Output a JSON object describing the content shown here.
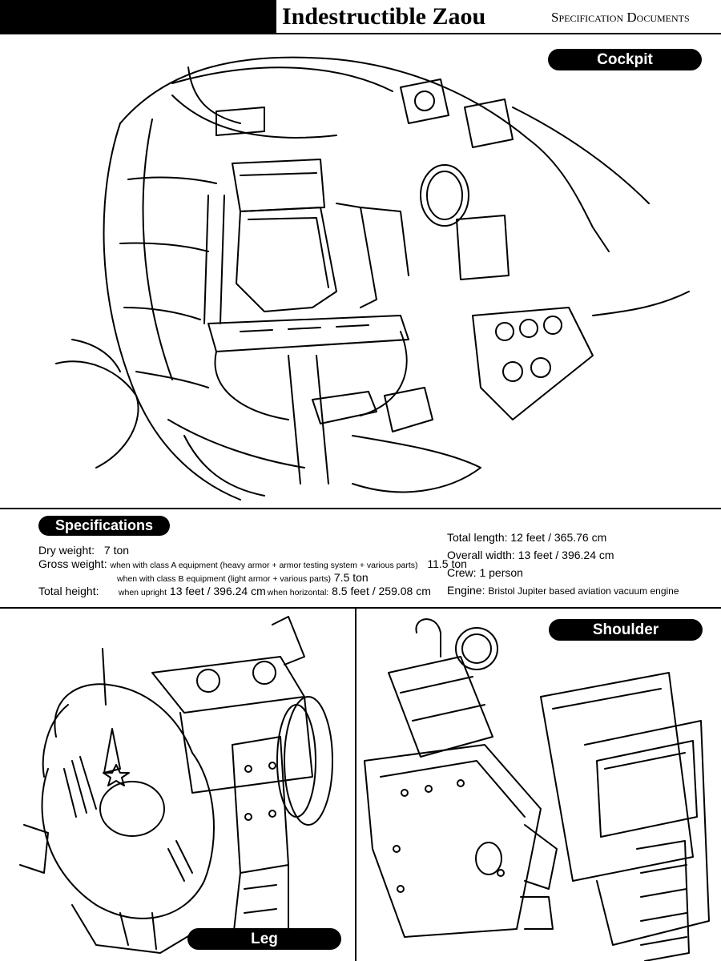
{
  "header": {
    "title": "Indestructible Zaou",
    "subtitle": "Specification Documents"
  },
  "cockpit": {
    "label": "Cockpit"
  },
  "specifications": {
    "label": "Specifications",
    "dry_weight_label": "Dry weight:",
    "dry_weight_value": "7 ton",
    "gross_weight_label": "Gross weight:",
    "gross_a_condition": "when with class A equipment (heavy armor + armor testing system + various parts)",
    "gross_a_value": "11.5 ton",
    "gross_b_condition": "when with class B equipment (light armor + various parts)",
    "gross_b_value": "7.5 ton",
    "total_height_label": "Total height:",
    "upright_condition": "when upright",
    "upright_value": "13 feet / 396.24 cm",
    "horizontal_condition": "when horizontal:",
    "horizontal_value": "8.5 feet / 259.08 cm",
    "total_length": "Total length: 12 feet / 365.76 cm",
    "overall_width": "Overall width: 13 feet / 396.24 cm",
    "crew": "Crew: 1 person",
    "engine_label": "Engine:",
    "engine_value": "Bristol Jupiter based aviation vacuum engine"
  },
  "leg": {
    "label": "Leg"
  },
  "shoulder": {
    "label": "Shoulder"
  }
}
